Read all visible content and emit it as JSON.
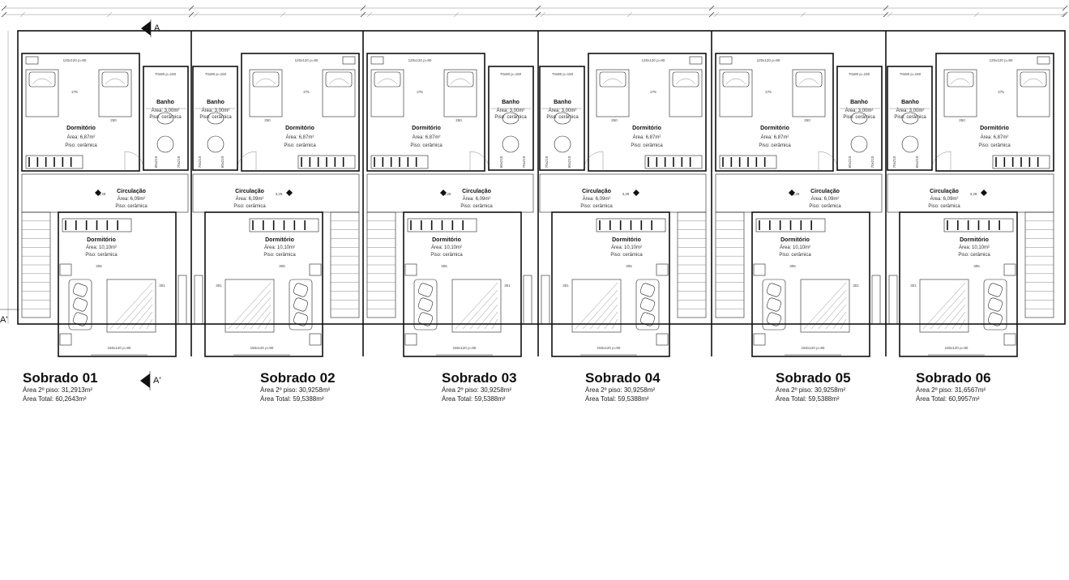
{
  "cut_marker": {
    "top": "A",
    "bottom": "A'",
    "left": "A'"
  },
  "rooms": {
    "dormitorio": {
      "name": "Dormitório",
      "area_upper": "Área: 6,87m²",
      "area_lower": "Área: 10,10m²",
      "floor": "Piso: cerâmica"
    },
    "banho": {
      "name": "Banho",
      "area": "Área: 3,00m²",
      "floor": "Piso: cerâmica"
    },
    "circulacao": {
      "name": "Circulação",
      "area": "Área: 6,09m²",
      "floor": "Piso: cerâmica"
    }
  },
  "tags": {
    "window_upper": "120x120 p=90",
    "window_bath": "70x80 p=150",
    "window_lower": "150x120 p=90",
    "door_a": "60x210",
    "door_b": "70x210",
    "dim_275": "275",
    "dim_250": "250",
    "dim_305": "305",
    "dim_301": "301",
    "level": "3,28"
  },
  "units": [
    {
      "title": "Sobrado 01",
      "area2": "Área 2º piso: 31,2913m²",
      "total": "Área Total: 60,2643m²"
    },
    {
      "title": "Sobrado 02",
      "area2": "Área 2º piso: 30,9258m²",
      "total": "Área Total: 59,5388m²"
    },
    {
      "title": "Sobrado 03",
      "area2": "Área 2º piso: 30,9258m²",
      "total": "Área Total: 59,5388m²"
    },
    {
      "title": "Sobrado 04",
      "area2": "Área 2º piso: 30,9258m²",
      "total": "Área Total: 59,5388m²"
    },
    {
      "title": "Sobrado 05",
      "area2": "Área 2º piso: 30,9258m²",
      "total": "Área Total: 59,5388m²"
    },
    {
      "title": "Sobrado 06",
      "area2": "Área 2º piso: 31,6567m²",
      "total": "Área Total: 60,9957m²"
    }
  ]
}
